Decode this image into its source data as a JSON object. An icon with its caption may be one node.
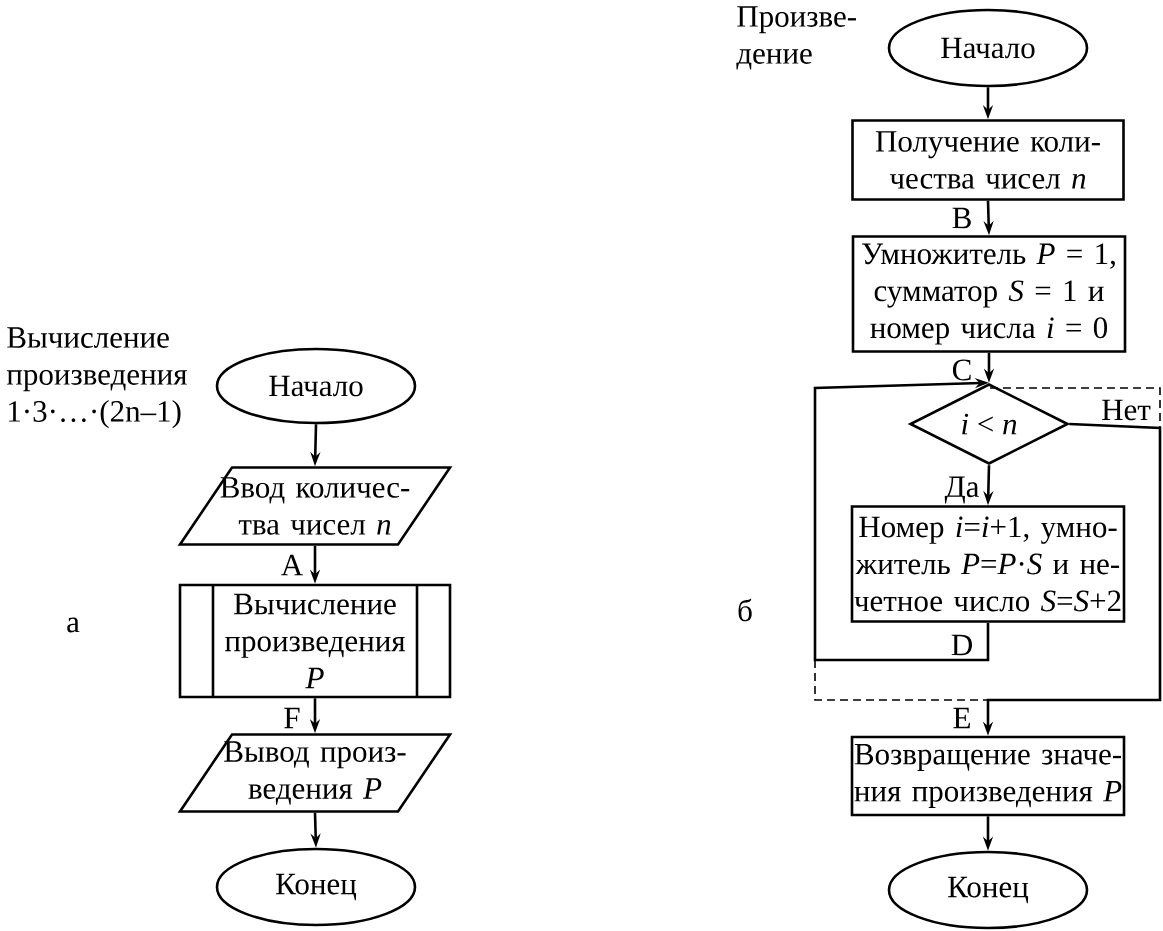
{
  "diagram": {
    "nodes": [
      {
        "text": [
          "Начало"
        ]
      },
      {
        "text": [
          "Ввод количес- тва чисел *n*"
        ]
      },
      {
        "text": [
          "Вычисление произведения *P*"
        ]
      },
      {
        "text": [
          "Вывод произ- ведения *P*"
        ]
      },
      {
        "text": [
          "Конец"
        ]
      },
      {
        "text": [
          "Начало"
        ]
      },
      {
        "text": [
          "Получение коли- чества чисел *n*"
        ]
      },
      {
        "text": [
          "Умножитель *P* = 1, сумматор *S* = 1 и номер числа *i* = 0"
        ]
      },
      {
        "text": [
          "*i* < *n*"
        ]
      },
      {
        "text": [
          "Номер *i*=*i*+1, умно- житель *P*=*P*·*S* и не- четное число *S*=*S*+2"
        ]
      },
      {
        "text": [
          "Возвращение значе- ния произведения *P*"
        ]
      },
      {
        "text": [
          "Конец"
        ]
      }
    ],
    "edges": [
      {
        "from": 0,
        "to": 1,
        "arrow": "to"
      },
      {
        "from": 1,
        "to": 2,
        "arrow": "to",
        "label": "A"
      },
      {
        "from": 2,
        "to": 3,
        "arrow": "to",
        "label": "F"
      },
      {
        "from": 3,
        "to": 4,
        "arrow": "to"
      },
      {
        "from": 5,
        "to": 6,
        "arrow": "to"
      },
      {
        "from": 6,
        "to": 7,
        "arrow": "to",
        "label": "B"
      },
      {
        "from": 7,
        "to": 8,
        "arrow": "to",
        "label": "C"
      },
      {
        "from": 8,
        "to": 9,
        "arrow": "to",
        "label": "Да"
      },
      {
        "from": 9,
        "to": 8,
        "arrow": "to",
        "label": "D"
      },
      {
        "from": 8,
        "to": 10,
        "arrow": "to",
        "label": "Нет"
      },
      {
        "from": 10,
        "to": 11,
        "arrow": "to"
      }
    ],
    "labels": [
      "Вычисление произведения 1·3·…·(2n–1)",
      "а",
      "Произве- дение",
      "б",
      "E"
    ]
  }
}
